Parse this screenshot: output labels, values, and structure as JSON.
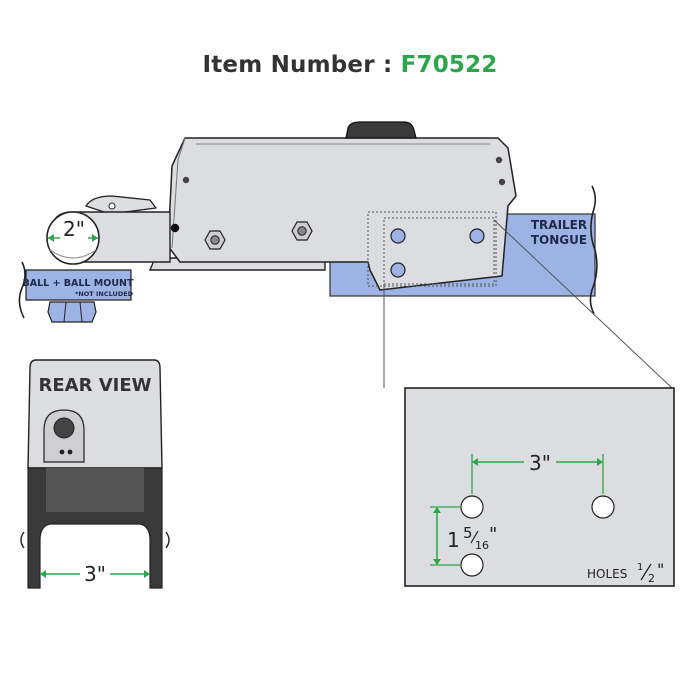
{
  "header": {
    "item_label": "Item Number : ",
    "item_number": "F70522"
  },
  "colors": {
    "title_dark": "#333333",
    "item_number_green": "#2ca64a",
    "dimension_green": "#2ca64a",
    "tongue_blue": "#9db3e3",
    "coupler_gray": "#dcdde1",
    "outline_dark": "#222222"
  },
  "side_view": {
    "ball_diameter": "2\"",
    "ball_mount_label": "BALL + BALL MOUNT",
    "not_included_note": "*NOT INCLUDED",
    "trailer_tongue_label_line1": "TRAILER",
    "trailer_tongue_label_line2": "TONGUE"
  },
  "rear_view": {
    "title": "REAR VIEW",
    "channel_width": "3\""
  },
  "detail_view": {
    "hole_spacing_horizontal": "3\"",
    "hole_spacing_vertical_whole": "1",
    "hole_spacing_vertical_numerator": "5",
    "hole_spacing_vertical_denominator": "16",
    "hole_spacing_vertical_inch": "\"",
    "holes_label": "HOLES",
    "holes_size_numerator": "1",
    "holes_size_denominator": "2",
    "holes_size_inch": "\""
  }
}
